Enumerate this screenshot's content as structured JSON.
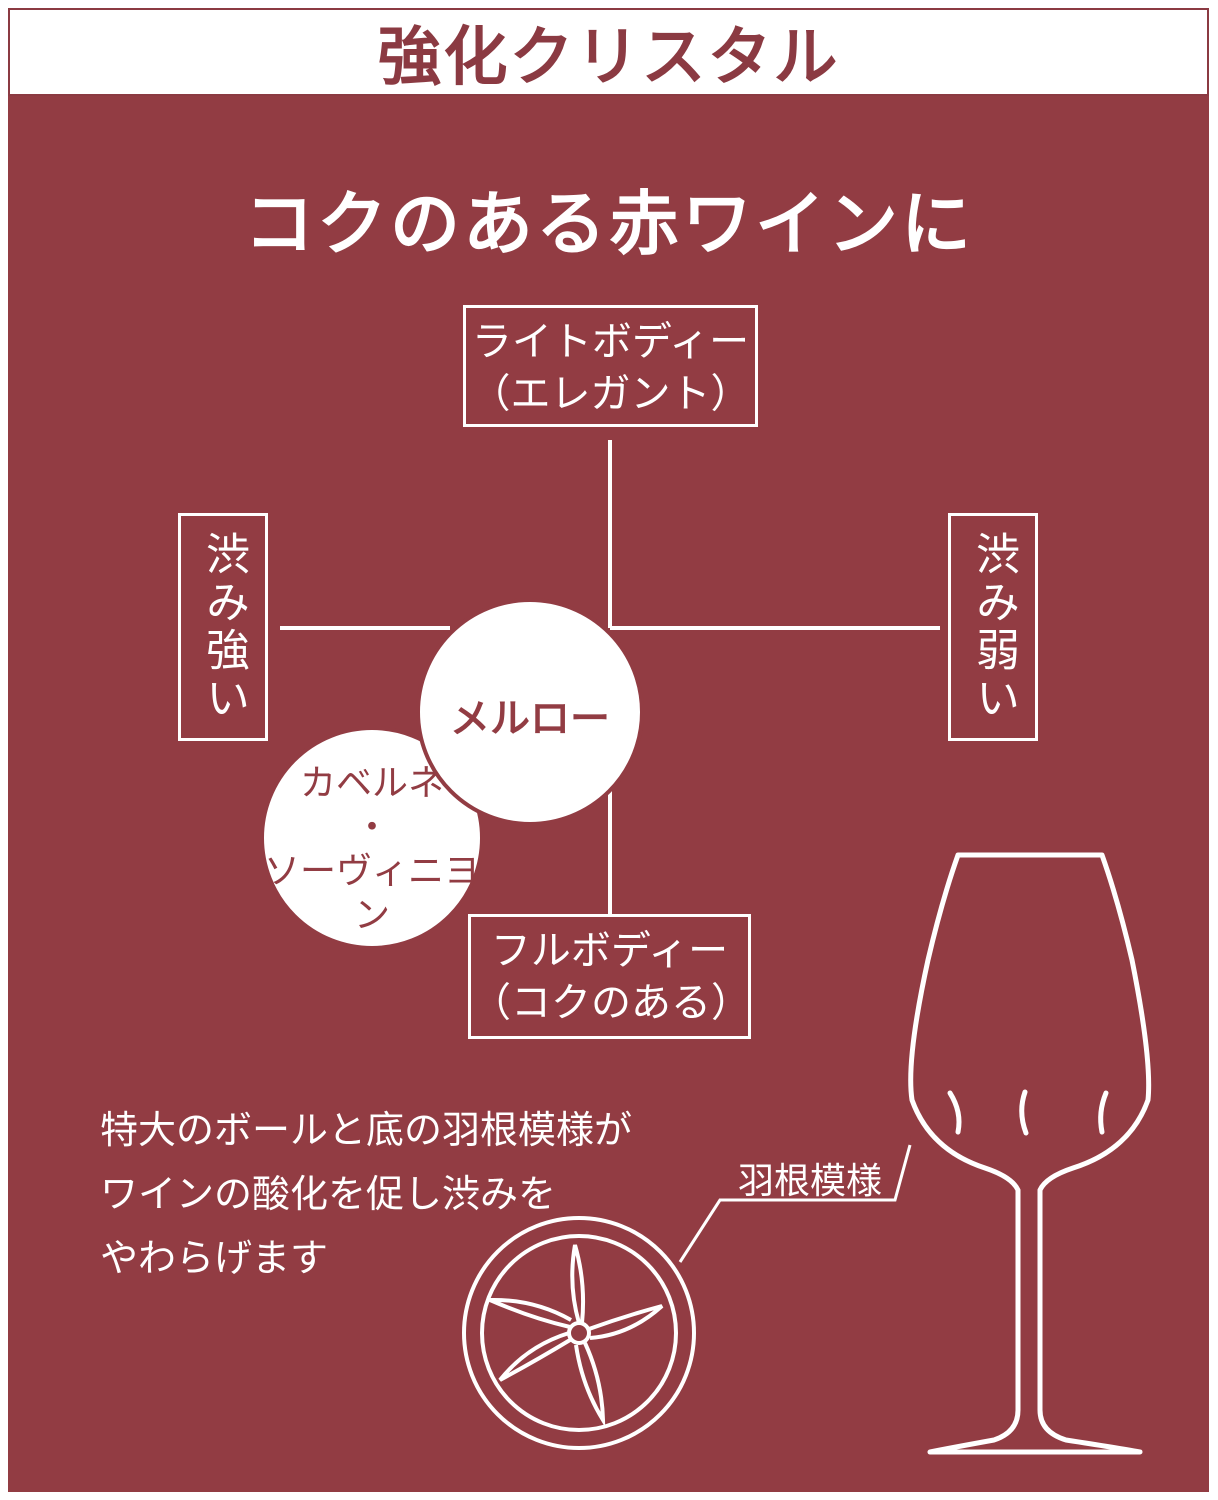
{
  "header": {
    "title": "強化クリスタル"
  },
  "main": {
    "title": "コクのある赤ワインに"
  },
  "diagram": {
    "top_label_line1": "ライトボディー",
    "top_label_line2": "（エレガント）",
    "bottom_label_line1": "フルボディー",
    "bottom_label_line2": "（コクのある）",
    "left_label": "渋み強い",
    "right_label": "渋み弱い",
    "circle_merlot": "メルロー",
    "circle_cabernet_line1": "カベルネ",
    "circle_cabernet_line2": "・",
    "circle_cabernet_line3": "ソーヴィニヨン"
  },
  "description": {
    "line1": "特大のボールと底の羽根模様が",
    "line2": "ワインの酸化を促し渋みを",
    "line3": "やわらげます"
  },
  "glass": {
    "feather_label": "羽根模様"
  },
  "colors": {
    "wine_red": "#923c43",
    "header_text": "#8b3a42",
    "white": "#ffffff"
  }
}
